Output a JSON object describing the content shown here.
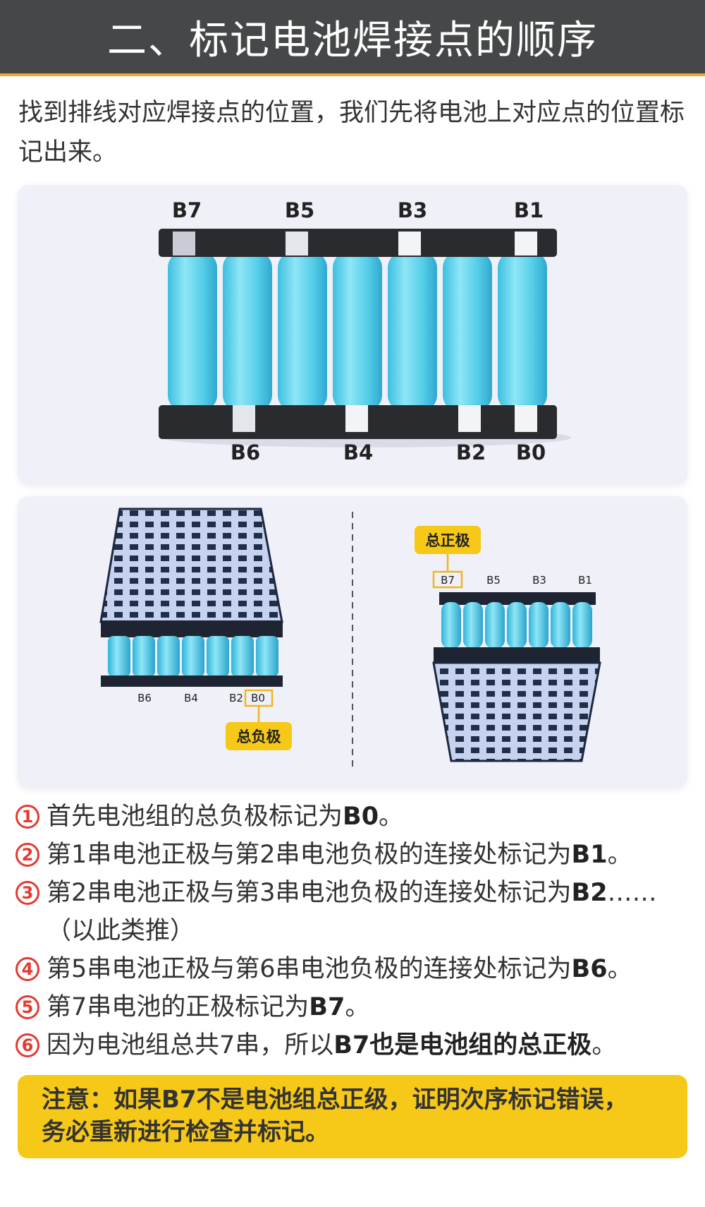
{
  "header": {
    "title": "二、标记电池焊接点的顺序"
  },
  "intro": {
    "text": "找到排线对应焊接点的位置，我们先将电池上对应点的位置标记出来。"
  },
  "pack_top_labels": [
    "B7",
    "B5",
    "B3",
    "B1"
  ],
  "pack_bottom_labels": [
    "B6",
    "B4",
    "B2",
    "B0"
  ],
  "left_pack": {
    "labels": [
      "B6",
      "B4",
      "B2",
      "B0"
    ],
    "callout": "总负极"
  },
  "right_pack": {
    "labels": [
      "B7",
      "B5",
      "B3",
      "B1"
    ],
    "callout": "总正极"
  },
  "steps": [
    {
      "num": "1",
      "text": "首先电池组的总负极标记为",
      "bold": "B0",
      "tail": "。"
    },
    {
      "num": "2",
      "text": "第1串电池正极与第2串电池负极的连接处标记为",
      "bold": "B1",
      "tail": "。"
    },
    {
      "num": "3",
      "text": "第2串电池正极与第3串电池负极的连接处标记为",
      "bold": "B2",
      "tail": "……（以此类推）"
    },
    {
      "num": "4",
      "text": "第5串电池正极与第6串电池负极的连接处标记为",
      "bold": "B6",
      "tail": "。"
    },
    {
      "num": "5",
      "text": "第7串电池的正极标记为",
      "bold": "B7",
      "tail": "。"
    },
    {
      "num": "6",
      "text": "因为电池组总共7串，所以",
      "bold": "B7也是电池组的总正极",
      "tail": "。"
    }
  ],
  "note": {
    "line1": "注意：如果B7不是电池组总正级，证明次序标记错误，",
    "line2": "务必重新进行检查并标记。"
  },
  "colors": {
    "header_bg": "#454748",
    "header_accent": "#f2a531",
    "cell_blue": "#5fd3ea",
    "holder_black": "#2a2b2e",
    "step_red": "#e33a32",
    "note_yellow": "#f6c818",
    "callout_yellow": "#f6c818"
  }
}
